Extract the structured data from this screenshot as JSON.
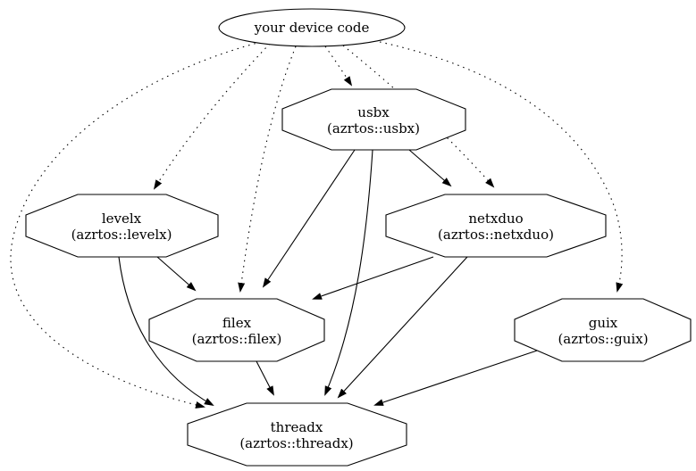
{
  "diagram": {
    "background_color": "#ffffff",
    "line_color": "#000000",
    "nodes": [
      {
        "id": "device-code",
        "shape": "ellipse",
        "lines": [
          "your device code"
        ]
      },
      {
        "id": "usbx",
        "shape": "octagon",
        "lines": [
          "usbx",
          "(azrtos::usbx)"
        ]
      },
      {
        "id": "levelx",
        "shape": "octagon",
        "lines": [
          "levelx",
          "(azrtos::levelx)"
        ]
      },
      {
        "id": "netxduo",
        "shape": "octagon",
        "lines": [
          "netxduo",
          "(azrtos::netxduo)"
        ]
      },
      {
        "id": "filex",
        "shape": "octagon",
        "lines": [
          "filex",
          "(azrtos::filex)"
        ]
      },
      {
        "id": "guix",
        "shape": "octagon",
        "lines": [
          "guix",
          "(azrtos::guix)"
        ]
      },
      {
        "id": "threadx",
        "shape": "octagon",
        "lines": [
          "threadx",
          "(azrtos::threadx)"
        ]
      }
    ],
    "edges": [
      {
        "from": "device-code",
        "to": "usbx",
        "style": "dotted"
      },
      {
        "from": "device-code",
        "to": "levelx",
        "style": "dotted"
      },
      {
        "from": "device-code",
        "to": "filex",
        "style": "dotted"
      },
      {
        "from": "device-code",
        "to": "netxduo",
        "style": "dotted"
      },
      {
        "from": "device-code",
        "to": "guix",
        "style": "dotted"
      },
      {
        "from": "device-code",
        "to": "threadx",
        "style": "dotted"
      },
      {
        "from": "usbx",
        "to": "netxduo",
        "style": "solid"
      },
      {
        "from": "usbx",
        "to": "filex",
        "style": "solid"
      },
      {
        "from": "usbx",
        "to": "threadx",
        "style": "solid"
      },
      {
        "from": "levelx",
        "to": "filex",
        "style": "solid"
      },
      {
        "from": "levelx",
        "to": "threadx",
        "style": "solid"
      },
      {
        "from": "netxduo",
        "to": "filex",
        "style": "solid"
      },
      {
        "from": "netxduo",
        "to": "threadx",
        "style": "solid"
      },
      {
        "from": "filex",
        "to": "threadx",
        "style": "solid"
      },
      {
        "from": "guix",
        "to": "threadx",
        "style": "solid"
      }
    ]
  }
}
